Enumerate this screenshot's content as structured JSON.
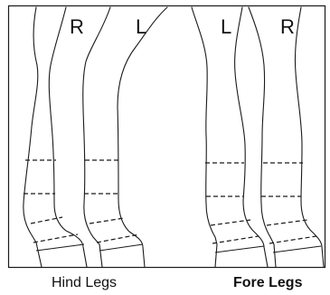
{
  "legs": [
    {
      "id": "hind-right",
      "letter": "R"
    },
    {
      "id": "hind-left",
      "letter": "L"
    },
    {
      "id": "fore-left",
      "letter": "L"
    },
    {
      "id": "fore-right",
      "letter": "R"
    }
  ],
  "captions": {
    "hind": "Hind Legs",
    "fore": "Fore Legs"
  }
}
